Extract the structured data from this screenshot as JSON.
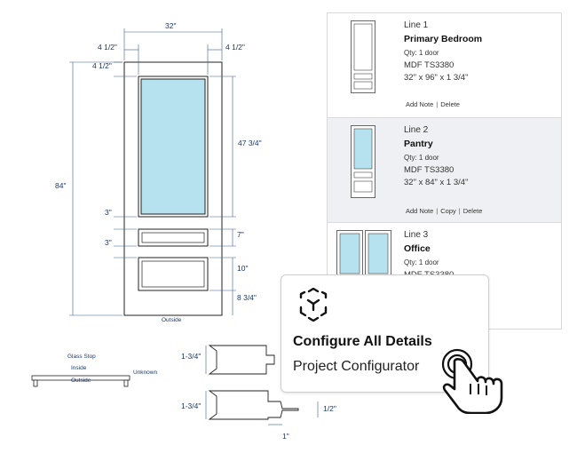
{
  "drawing": {
    "dims": {
      "width": "32\"",
      "stile_left": "4 1/2\"",
      "stile_right": "4 1/2\"",
      "top_rail": "4 1/2\"",
      "height": "84\"",
      "glass_height": "47 3/4\"",
      "rail_a": "3\"",
      "rail_b": "3\"",
      "panel_top": "7\"",
      "panel_bottom": "10\"",
      "bottom_rail": "8 3/4\"",
      "outside_caption": "Outside",
      "profile_thickness_1": "1-3/4\"",
      "profile_thickness_2": "1-3/4\"",
      "profile_half": "1/2\"",
      "profile_one": "1\""
    },
    "glass_stop": {
      "title": "Glass Stop",
      "inside": "Inside",
      "unknown": "Unknown",
      "outside": "Outside"
    }
  },
  "order": {
    "items": [
      {
        "line": "Line 1",
        "room": "Primary Bedroom",
        "qty": "Qty: 1  door",
        "model": "MDF TS3380",
        "size": "32\" x 96\" x 1 3/4\"",
        "actions": [
          "Add Note",
          "Delete"
        ],
        "selected": false
      },
      {
        "line": "Line 2",
        "room": "Pantry",
        "qty": "Qty: 1  door",
        "model": "MDF TS3380",
        "size": "32\" x 84\" x 1 3/4\"",
        "actions": [
          "Add Note",
          "Copy",
          "Delete"
        ],
        "selected": true
      },
      {
        "line": "Line 3",
        "room": "Office",
        "qty": "Qty: 1  door",
        "model": "MDF TS3380",
        "size": "",
        "actions": [],
        "selected": false
      }
    ]
  },
  "popup": {
    "title": "Configure All Details",
    "subtitle": "Project Configurator",
    "icon": "configurator-cube-icon",
    "cursor_icon": "pointer-hand-icon"
  },
  "colors": {
    "glass": "#b6e1ef",
    "line_dark": "#222222",
    "dimension": "#1a3a6e",
    "selected_row": "#eef0f3"
  }
}
